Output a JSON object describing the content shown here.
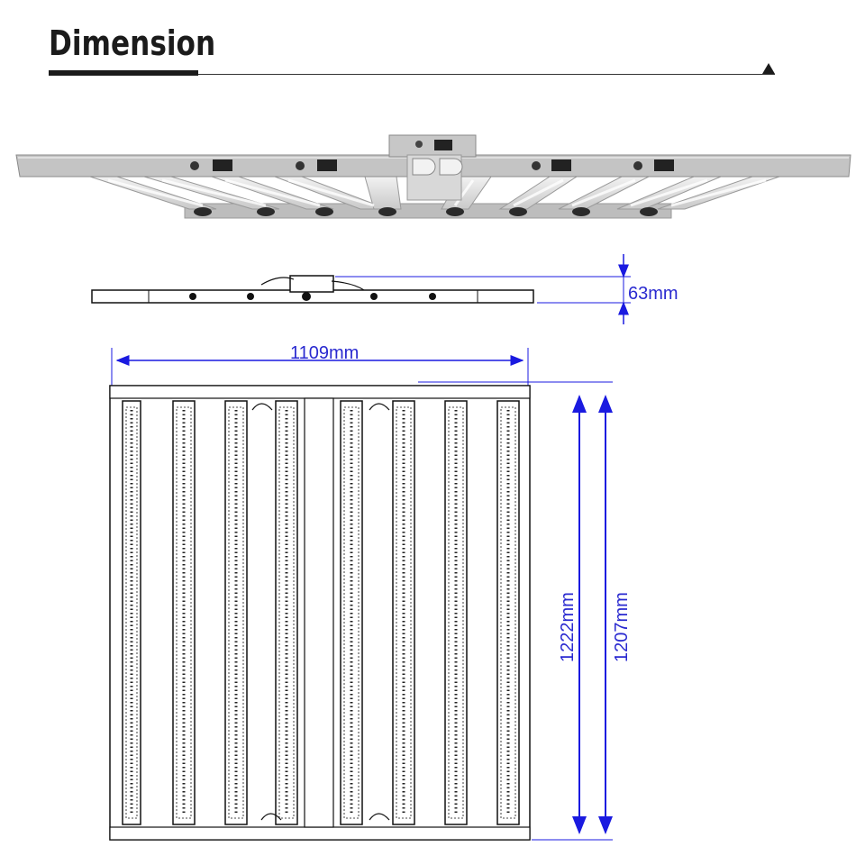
{
  "title": "Dimension",
  "dimensions": {
    "height": "63mm",
    "width": "1109mm",
    "length_outer": "1222mm",
    "length_inner": "1207mm"
  },
  "colors": {
    "dimension_line": "#2a2ad0",
    "title": "#1b1b1b",
    "frame": "#b8b8b8"
  },
  "icons": [
    "triangle-marker-icon"
  ]
}
